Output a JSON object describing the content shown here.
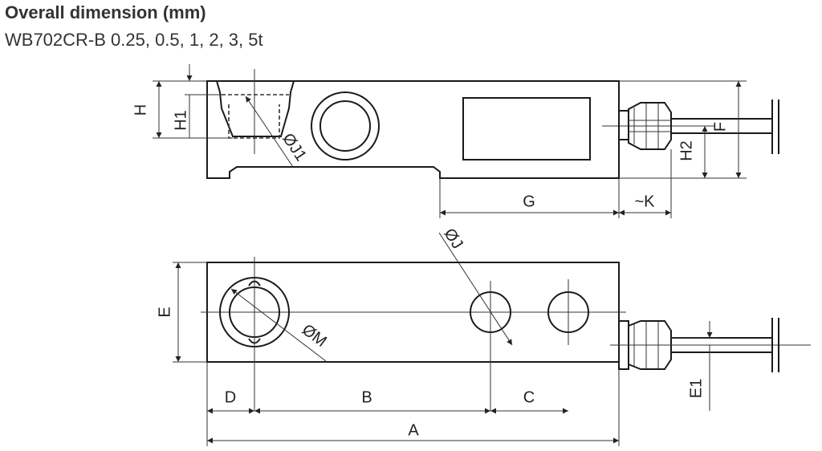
{
  "header": {
    "title": "Overall dimension (mm)",
    "subtitle": "WB702CR-B 0.25, 0.5, 1, 2, 3, 5t"
  },
  "labels": {
    "H": "H",
    "H1": "H1",
    "J1": "ØJ1",
    "F": "F",
    "H2": "H2",
    "G": "G",
    "K": "~K",
    "J": "ØJ",
    "E": "E",
    "M": "ØM",
    "E1": "E1",
    "D": "D",
    "B": "B",
    "C": "C",
    "A": "A"
  }
}
